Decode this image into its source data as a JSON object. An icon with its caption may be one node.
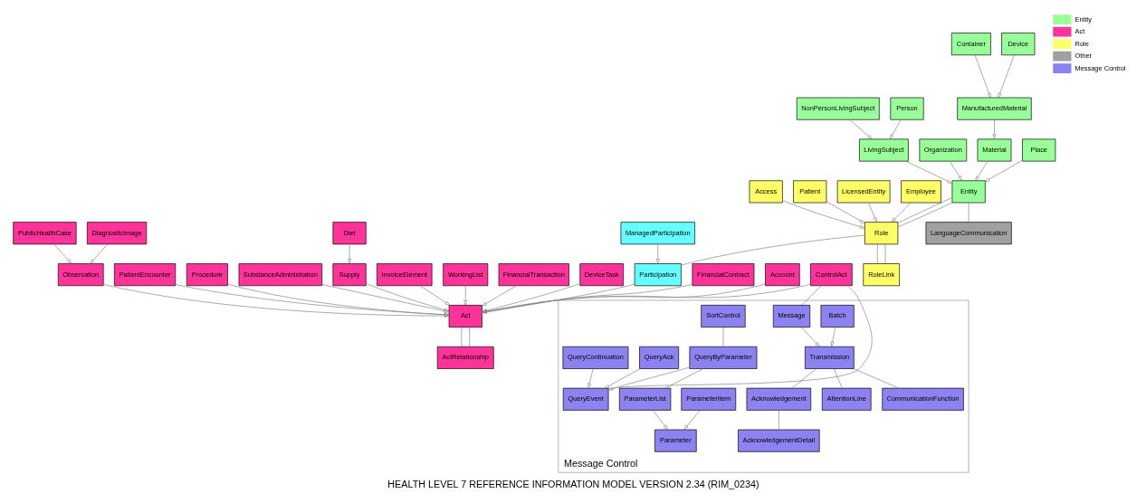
{
  "diagram": {
    "title": "HEALTH LEVEL 7 REFERENCE INFORMATION MODEL VERSION 2.34 (RIM_0234)",
    "nodes": [
      {
        "text": [
          "Entity"
        ]
      },
      {
        "text": [
          "LanguageCommunication"
        ]
      },
      {
        "text": [
          "LivingSubject"
        ]
      },
      {
        "text": [
          "Organization"
        ]
      },
      {
        "text": [
          "Material"
        ]
      },
      {
        "text": [
          "Place"
        ]
      },
      {
        "text": [
          "ManufacturedMaterial"
        ]
      },
      {
        "text": [
          "Person"
        ]
      },
      {
        "text": [
          "NonPersonLivingSubject"
        ]
      },
      {
        "text": [
          "Device"
        ]
      },
      {
        "text": [
          "Container"
        ]
      },
      {
        "text": [
          "Role"
        ]
      },
      {
        "text": [
          "RoleLink"
        ]
      },
      {
        "text": [
          "Employee"
        ]
      },
      {
        "text": [
          "Access"
        ]
      },
      {
        "text": [
          "Patient"
        ]
      },
      {
        "text": [
          "LicensedEntity"
        ]
      },
      {
        "text": [
          "Participation"
        ]
      },
      {
        "text": [
          "ManagedParticipation"
        ]
      },
      {
        "text": [
          "Act"
        ]
      },
      {
        "text": [
          "ActRelationship"
        ]
      },
      {
        "text": [
          "FinancialContract"
        ]
      },
      {
        "text": [
          "Account"
        ]
      },
      {
        "text": [
          "Observation"
        ]
      },
      {
        "text": [
          "PatientEncounter"
        ]
      },
      {
        "text": [
          "Procedure"
        ]
      },
      {
        "text": [
          "SubstanceAdministration"
        ]
      },
      {
        "text": [
          "Supply"
        ]
      },
      {
        "text": [
          "InvoiceElement"
        ]
      },
      {
        "text": [
          "WorkingList"
        ]
      },
      {
        "text": [
          "ControlAct"
        ]
      },
      {
        "text": [
          "PublicHealthCase"
        ]
      },
      {
        "text": [
          "DiagnosticImage"
        ]
      },
      {
        "text": [
          "FinancialTransaction"
        ]
      },
      {
        "text": [
          "DeviceTask"
        ]
      },
      {
        "text": [
          "Diet"
        ]
      },
      {
        "text": [
          "Message Control"
        ]
      },
      {
        "text": [
          "Transmission"
        ],
        "in": 36
      },
      {
        "text": [
          "Message"
        ],
        "in": 36
      },
      {
        "text": [
          "Batch"
        ],
        "in": 36
      },
      {
        "text": [
          "Acknowledgement"
        ],
        "in": 36
      },
      {
        "text": [
          "AcknowledgementDetail"
        ],
        "in": 36
      },
      {
        "text": [
          "AttentionLine"
        ],
        "in": 36
      },
      {
        "text": [
          "CommunicationFunction"
        ],
        "in": 36
      },
      {
        "text": [
          "QueryEvent"
        ],
        "in": 36
      },
      {
        "text": [
          "QueryByParameter"
        ],
        "in": 36
      },
      {
        "text": [
          "ParameterList"
        ],
        "in": 36
      },
      {
        "text": [
          "Parameter"
        ],
        "in": 36
      },
      {
        "text": [
          "ParameterItem"
        ],
        "in": 36
      },
      {
        "text": [
          "SortControl"
        ],
        "in": 36
      },
      {
        "text": [
          "QueryAck"
        ],
        "in": 36
      },
      {
        "text": [
          "QueryContinuation"
        ],
        "in": 36
      }
    ],
    "edges": [
      {
        "from": 0,
        "to": 1,
        "arrow": "none"
      },
      {
        "from": 0,
        "to": 11,
        "arrow": "none"
      },
      {
        "from": 0,
        "to": 11,
        "arrow": "none"
      },
      {
        "from": 2,
        "to": 0,
        "arrow": "to"
      },
      {
        "from": 3,
        "to": 0,
        "arrow": "to"
      },
      {
        "from": 4,
        "to": 0,
        "arrow": "to"
      },
      {
        "from": 5,
        "to": 0,
        "arrow": "to"
      },
      {
        "from": 6,
        "to": 4,
        "arrow": "to"
      },
      {
        "from": 7,
        "to": 2,
        "arrow": "to"
      },
      {
        "from": 8,
        "to": 2,
        "arrow": "to"
      },
      {
        "from": 9,
        "to": 6,
        "arrow": "to"
      },
      {
        "from": 10,
        "to": 6,
        "arrow": "to"
      },
      {
        "from": 11,
        "to": 12,
        "arrow": "none"
      },
      {
        "from": 11,
        "to": 12,
        "arrow": "none"
      },
      {
        "from": 13,
        "to": 11,
        "arrow": "to"
      },
      {
        "from": 14,
        "to": 11,
        "arrow": "to"
      },
      {
        "from": 15,
        "to": 11,
        "arrow": "to"
      },
      {
        "from": 16,
        "to": 11,
        "arrow": "to"
      },
      {
        "from": 11,
        "to": 17,
        "arrow": "none"
      },
      {
        "from": 18,
        "to": 17,
        "arrow": "to"
      },
      {
        "from": 17,
        "to": 19,
        "arrow": "none"
      },
      {
        "from": 19,
        "to": 20,
        "arrow": "none"
      },
      {
        "from": 19,
        "to": 20,
        "arrow": "none"
      },
      {
        "from": 21,
        "to": 19,
        "arrow": "to"
      },
      {
        "from": 22,
        "to": 19,
        "arrow": "to"
      },
      {
        "from": 23,
        "to": 19,
        "arrow": "to"
      },
      {
        "from": 24,
        "to": 19,
        "arrow": "to"
      },
      {
        "from": 25,
        "to": 19,
        "arrow": "to"
      },
      {
        "from": 26,
        "to": 19,
        "arrow": "to"
      },
      {
        "from": 27,
        "to": 19,
        "arrow": "to"
      },
      {
        "from": 28,
        "to": 19,
        "arrow": "to"
      },
      {
        "from": 29,
        "to": 19,
        "arrow": "to"
      },
      {
        "from": 30,
        "to": 19,
        "arrow": "to"
      },
      {
        "from": 31,
        "to": 23,
        "arrow": "to"
      },
      {
        "from": 32,
        "to": 23,
        "arrow": "to"
      },
      {
        "from": 33,
        "to": 19,
        "arrow": "to"
      },
      {
        "from": 34,
        "to": 19,
        "arrow": "to"
      },
      {
        "from": 35,
        "to": 27,
        "arrow": "to"
      },
      {
        "from": 38,
        "to": 37,
        "arrow": "to"
      },
      {
        "from": 39,
        "to": 37,
        "arrow": "to"
      },
      {
        "from": 37,
        "to": 40,
        "arrow": "none"
      },
      {
        "from": 40,
        "to": 41,
        "arrow": "none"
      },
      {
        "from": 37,
        "to": 42,
        "arrow": "none"
      },
      {
        "from": 37,
        "to": 43,
        "arrow": "none"
      },
      {
        "from": 30,
        "to": 38,
        "arrow": "none"
      },
      {
        "from": 30,
        "to": 44,
        "arrow": "none"
      },
      {
        "from": 45,
        "to": 44,
        "arrow": "to"
      },
      {
        "from": 45,
        "to": 46,
        "arrow": "none"
      },
      {
        "from": 46,
        "to": 47,
        "arrow": "to"
      },
      {
        "from": 48,
        "to": 47,
        "arrow": "to"
      },
      {
        "from": 49,
        "to": 45,
        "arrow": "none"
      },
      {
        "from": 50,
        "to": 44,
        "arrow": "to"
      },
      {
        "from": 51,
        "to": 44,
        "arrow": "to"
      }
    ],
    "legend": [
      {
        "text": "Entity",
        "color": "#99ff99"
      },
      {
        "text": "Act",
        "color": "#ff3399"
      },
      {
        "text": "Role",
        "color": "#ffff66"
      },
      {
        "text": "Other",
        "color": "#a0a0a0"
      },
      {
        "text": "Message Control",
        "color": "#8c82f0"
      }
    ]
  }
}
